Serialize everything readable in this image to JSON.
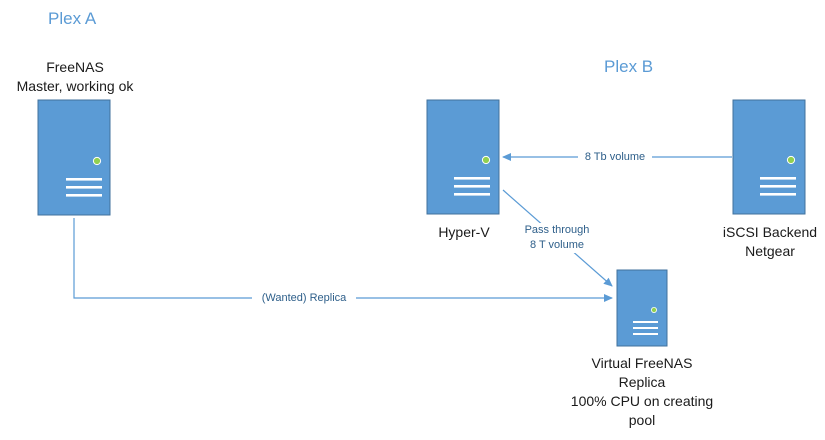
{
  "groups": {
    "plex_a": "Plex A",
    "plex_b": "Plex B"
  },
  "nodes": {
    "freenas_master": [
      "FreeNAS",
      "Master, working ok"
    ],
    "hyper_v": [
      "Hyper-V"
    ],
    "iscsi_backend": [
      "iSCSI Backend",
      "Netgear"
    ],
    "virtual_freenas": [
      "Virtual FreeNAS",
      "Replica",
      "100% CPU on creating",
      "pool"
    ]
  },
  "edges": {
    "iscsi_to_hyperv": [
      "8 Tb volume"
    ],
    "hyperv_to_virtual": [
      "Pass through",
      "8 T volume"
    ],
    "master_to_virtual": [
      "(Wanted) Replica"
    ]
  },
  "colors": {
    "server_fill": "#5b9bd5",
    "server_stroke": "#41719c",
    "status_led": "#92d050",
    "connector": "#5b9bd5",
    "group_label": "#5b9bd5"
  }
}
